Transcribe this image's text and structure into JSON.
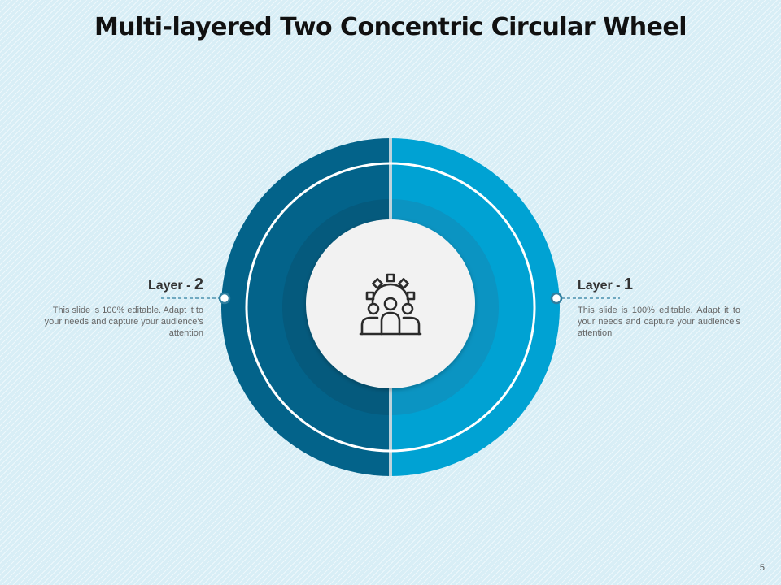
{
  "title": "Multi-layered Two Concentric Circular Wheel",
  "colors": {
    "outer_left": "#03638a",
    "outer_right": "#00a2d3",
    "inner_left": "#055a7d",
    "inner_right": "#0b94c2",
    "center": "#f2f2f2",
    "ring": "#ffffff",
    "connector": "#2e7fa0"
  },
  "center_icon": "team-gear-icon",
  "layers": [
    {
      "label_prefix": "Layer - ",
      "label_number": "2",
      "description": "This slide is 100% editable. Adapt it to your needs and capture your audience's attention"
    },
    {
      "label_prefix": "Layer - ",
      "label_number": "1",
      "description": "This slide is 100% editable. Adapt it to your needs and capture your audience's attention"
    }
  ],
  "page_number": "5"
}
